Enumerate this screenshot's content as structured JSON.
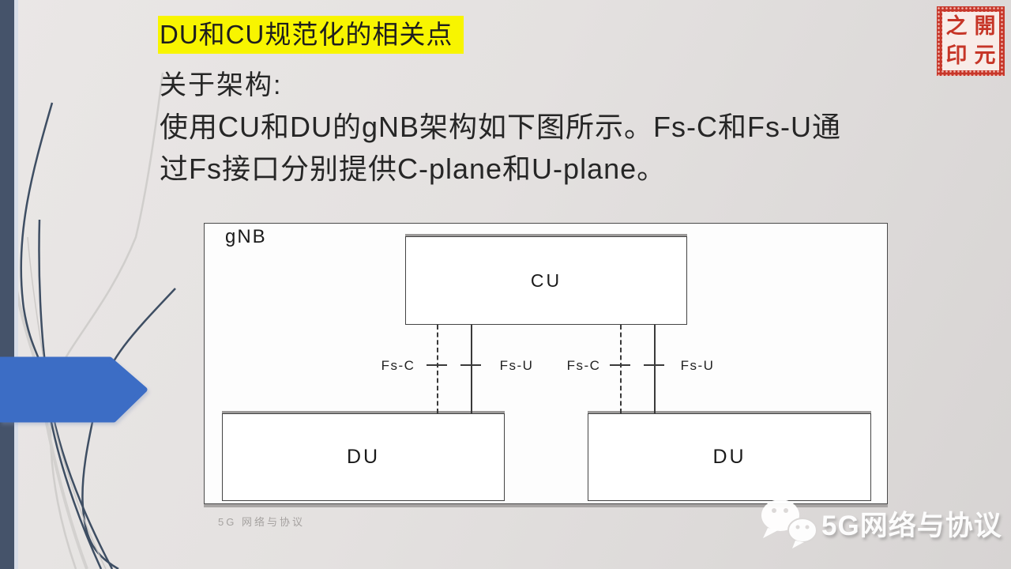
{
  "slide": {
    "title": "DU和CU规范化的相关点",
    "subtitle": "关于架构:",
    "body_line1": "使用CU和DU的gNB架构如下图所示。Fs-C和Fs-U通",
    "body_line2": "过Fs接口分别提供C-plane和U-plane。"
  },
  "diagram": {
    "outer_label": "gNB",
    "cu_label": "CU",
    "du_left_label": "DU",
    "du_right_label": "DU",
    "interfaces": [
      {
        "label": "Fs-C",
        "line_style": "dashed"
      },
      {
        "label": "Fs-U",
        "line_style": "solid"
      },
      {
        "label": "Fs-C",
        "line_style": "dashed"
      },
      {
        "label": "Fs-U",
        "line_style": "solid"
      }
    ]
  },
  "seal": {
    "chars": [
      "之",
      "開",
      "印",
      "元"
    ],
    "color": "#c63527"
  },
  "watermarks": {
    "footer_small": "5G 网络与协议",
    "brand": "5G网络与协议"
  },
  "colors": {
    "highlight_yellow": "#f8f500",
    "accent_arrow_blue": "#3c6dc5",
    "sidebar_slate": "#45536a",
    "seal_red": "#c63527"
  }
}
